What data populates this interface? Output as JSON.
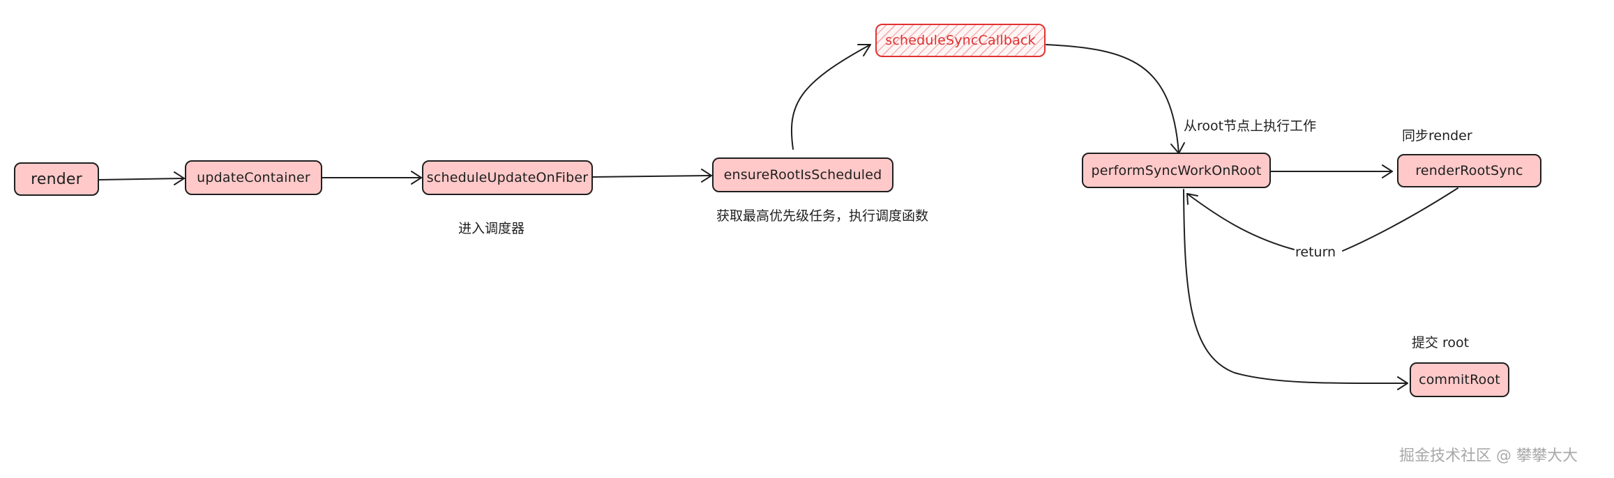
{
  "nodes": {
    "render": "render",
    "updateContainer": "updateContainer",
    "scheduleUpdateOnFiber": "scheduleUpdateOnFiber",
    "ensureRootIsScheduled": "ensureRootIsScheduled",
    "scheduleSyncCallback": "scheduleSyncCallback",
    "performSyncWorkOnRoot": "performSyncWorkOnRoot",
    "renderRootSync": "renderRootSync",
    "commitRoot": "commitRoot"
  },
  "labels": {
    "enter_scheduler": "进入调度器",
    "get_priority": "获取最高优先级任务，执行调度函数",
    "from_root": "从root节点上执行工作",
    "sync_render": "同步render",
    "return": "return",
    "commit_root": "提交 root"
  },
  "watermark": "掘金技术社区 @ 攀攀大大",
  "colors": {
    "node_fill": "#ffc9c9",
    "node_stroke": "#1e1e1e",
    "highlight_stroke": "#e03131",
    "watermark": "#a8a8a8"
  }
}
